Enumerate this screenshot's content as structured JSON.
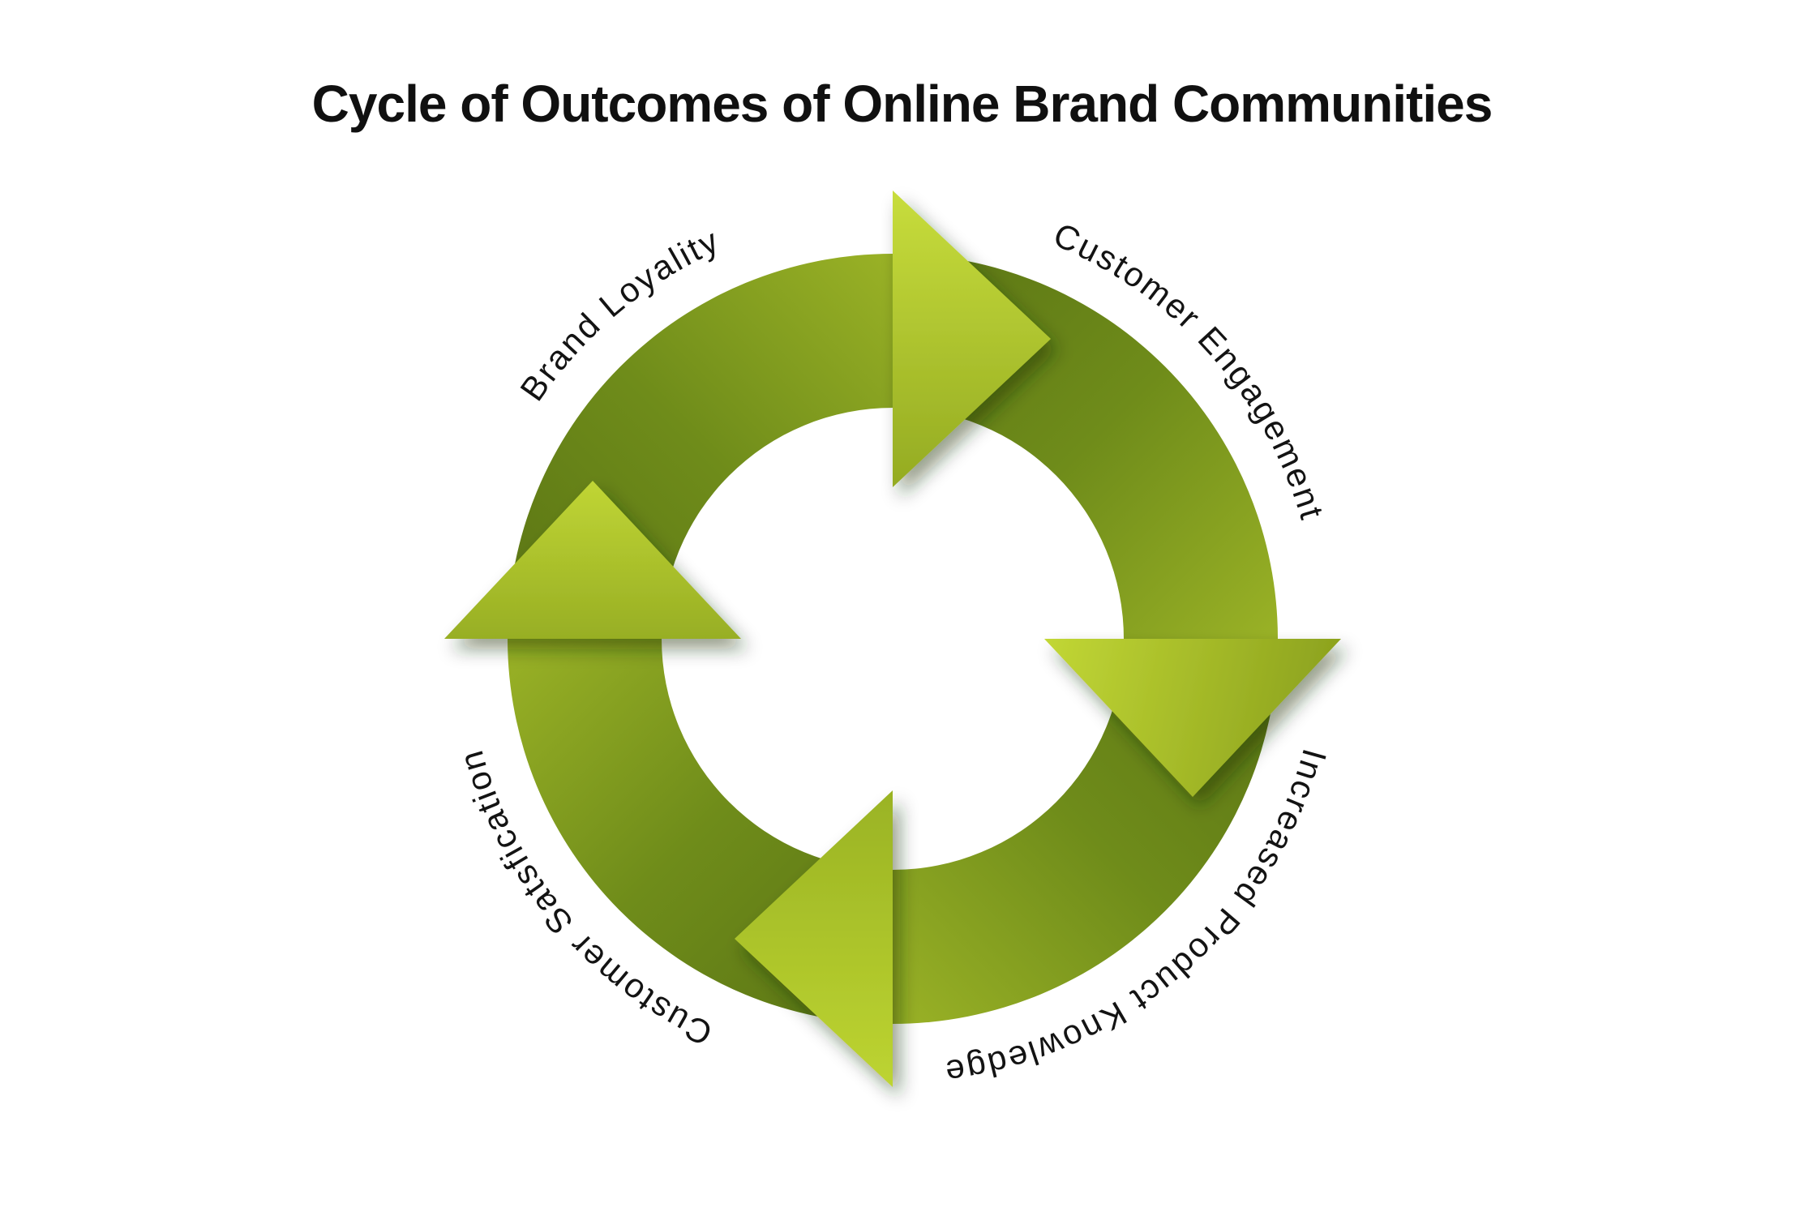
{
  "title": "Cycle of Outcomes of Online Brand Communities",
  "diagram": {
    "type": "cycle",
    "direction": "clockwise",
    "steps": [
      {
        "label": "Brand Loyality",
        "position": "top-left"
      },
      {
        "label": "Customer Engagement",
        "position": "top-right"
      },
      {
        "label": "Increased Product Knowledge",
        "position": "bottom-right"
      },
      {
        "label": "Customer Satsfication",
        "position": "bottom-left"
      }
    ],
    "colors": {
      "arc_gradient_dark": "#5a7414",
      "arc_gradient_light": "#9ab226",
      "arrowhead_bright": "#c3d936",
      "arrowhead_dark": "#8fa71f",
      "label_text": "#131313",
      "title_text": "#101010",
      "background": "#ffffff"
    }
  }
}
